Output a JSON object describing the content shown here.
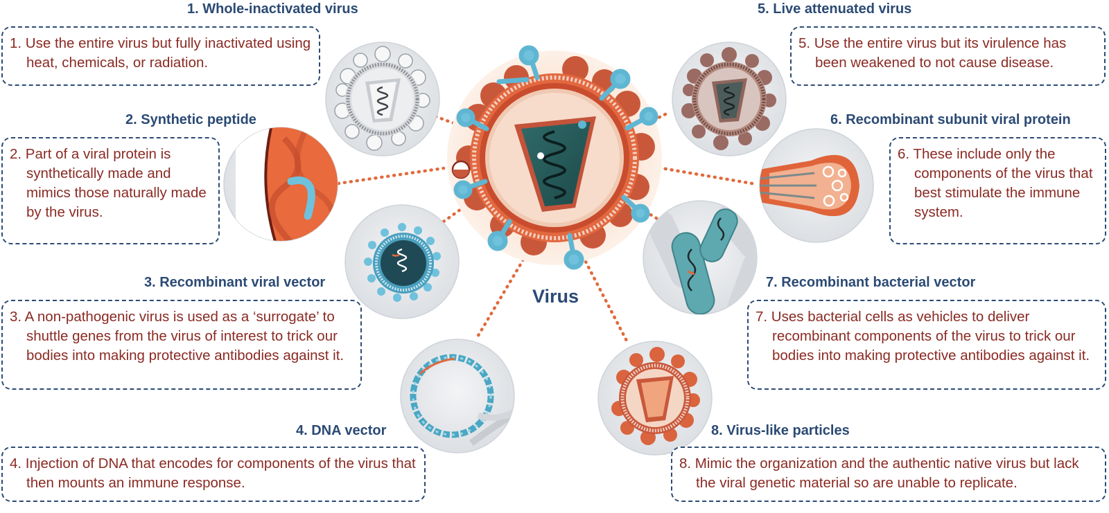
{
  "center": {
    "label": "Virus"
  },
  "vaccine_types": [
    {
      "id": 1,
      "title": "1. Whole-inactivated virus",
      "description": "1. Use the entire virus but fully inactivated using heat, chemicals, or radiation."
    },
    {
      "id": 2,
      "title": "2. Synthetic peptide",
      "description": "2. Part of a viral protein is synthetically made and mimics those naturally made by the virus."
    },
    {
      "id": 3,
      "title": "3. Recombinant viral vector",
      "description": "3. A non-pathogenic virus is used as a ‘surrogate’ to shuttle genes from the virus of interest to trick our bodies into making protective antibodies against it."
    },
    {
      "id": 4,
      "title": "4. DNA vector",
      "description": "4. Injection of DNA that encodes for components of the virus that then mounts an immune response."
    },
    {
      "id": 5,
      "title": "5. Live attenuated virus",
      "description": "5. Use the entire virus but its virulence has been weakened to not cause disease."
    },
    {
      "id": 6,
      "title": "6. Recombinant subunit viral protein",
      "description": "6. These include only the components of the virus that best stimulate the immune system."
    },
    {
      "id": 7,
      "title": "7. Recombinant bacterial vector",
      "description": "7. Uses bacterial cells as vehicles to deliver recombinant components of the virus to trick our bodies into making protective antibodies against it."
    },
    {
      "id": 8,
      "title": "8. Virus-like particles",
      "description": "8. Mimic the organization and the authentic native virus but lack the viral genetic material so are unable to replicate."
    }
  ],
  "colors": {
    "title": "#2b4a74",
    "description": "#8a2a23",
    "connector": "#e06a3d",
    "virus_orange": "#e0643a",
    "spike_blue": "#5fb6d2"
  },
  "icons": [
    "whole-inactivated-virus-icon",
    "synthetic-peptide-icon",
    "recombinant-viral-vector-icon",
    "dna-vector-icon",
    "live-attenuated-virus-icon",
    "recombinant-subunit-protein-icon",
    "recombinant-bacterial-vector-icon",
    "virus-like-particle-icon",
    "central-virus-icon"
  ]
}
